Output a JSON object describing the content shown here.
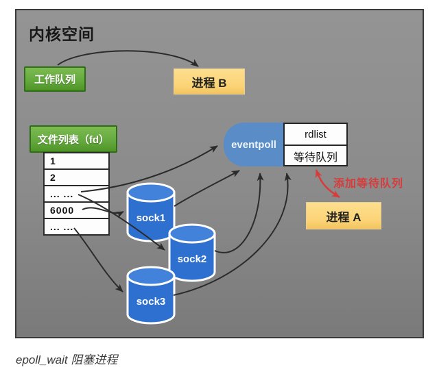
{
  "window": {
    "caption": "epoll_wait 阻塞进程"
  },
  "diagram": {
    "title": "内核空间",
    "work_queue_label": "工作队列",
    "process_b_label": "进程 B",
    "process_a_label": "进程 A",
    "fd_list_header": "文件列表（fd）",
    "fd_rows": [
      "1",
      "2",
      "... ...",
      "6000",
      "... ..."
    ],
    "eventpoll_label": "eventpoll",
    "rdlist_label": "rdlist",
    "wait_queue_label": "等待队列",
    "sockets": [
      "sock1",
      "sock2",
      "sock3"
    ],
    "annotation": "添加等待队列",
    "colors": {
      "green_box": "#63a83c",
      "yellow_box": "#fbd376",
      "cylinder_blue": "#2e70cf",
      "cylinder_top_blue": "#4282da",
      "eventpoll_blue": "#5a8dc8",
      "annotation_red": "#d63c3c",
      "arrow_dark": "#2b2b2b"
    }
  }
}
